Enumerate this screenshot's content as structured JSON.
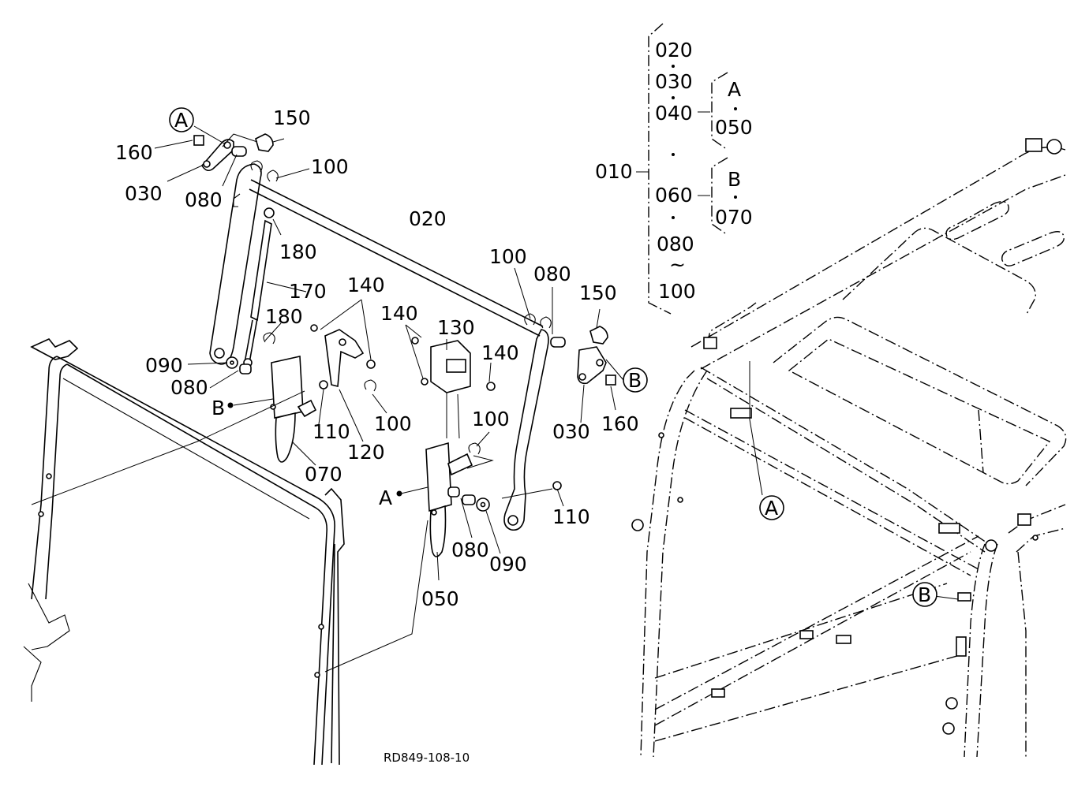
{
  "drawing_code": "RD849-108-10",
  "legend": {
    "root": "010",
    "items": [
      "020",
      "030",
      "040",
      "060",
      "080",
      "100"
    ],
    "sub_a": {
      "label": "A",
      "item": "050"
    },
    "sub_b": {
      "label": "B",
      "item": "070"
    },
    "range_mark": "~"
  },
  "labels": {
    "p150_left": "150",
    "p160_left": "160",
    "p030_left": "030",
    "p080_left_top": "080",
    "p100_left_top": "100",
    "p020": "020",
    "p180_top": "180",
    "p170": "170",
    "p140_left": "140",
    "p180_mid": "180",
    "p090_left": "090",
    "p080_left_mid": "080",
    "p110_left": "110",
    "p100_left_mid": "100",
    "p120": "120",
    "p070": "070",
    "p140_center": "140",
    "p130": "130",
    "p140_right": "140",
    "p100_right_top": "100",
    "p080_right_top": "080",
    "p150_right": "150",
    "p030_right": "030",
    "p160_right": "160",
    "p100_center": "100",
    "p110_right": "110",
    "p080_center": "080",
    "p090_center": "090",
    "p050": "050"
  },
  "callouts": {
    "circle_a_top": "A",
    "circle_b_right": "B",
    "circle_a_cab": "A",
    "circle_b_cab": "B",
    "point_b": "B",
    "point_a": "A"
  }
}
